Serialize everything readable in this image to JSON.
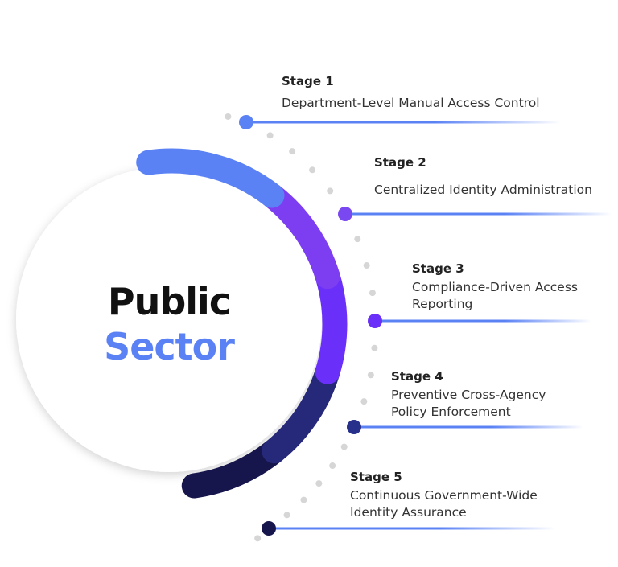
{
  "center": {
    "line1": "Public",
    "line2": "Sector"
  },
  "colors": {
    "accent_blue": "#5b82f5",
    "arc_segments": [
      "#5b82f5",
      "#7d3ef2",
      "#6a2ff8",
      "#26287a",
      "#16154c"
    ],
    "stage_dots": [
      "#5b82f5",
      "#7a48f0",
      "#6a2ff8",
      "#27308a",
      "#16154c"
    ],
    "gray_dot": "#d6d6d6"
  },
  "stages": [
    {
      "title": "Stage 1",
      "description": "Department-Level Manual Access Control"
    },
    {
      "title": "Stage 2",
      "description": "Centralized Identity Administration"
    },
    {
      "title": "Stage 3",
      "description": "Compliance-Driven Access Reporting"
    },
    {
      "title": "Stage 4",
      "description": "Preventive Cross-Agency Policy Enforcement"
    },
    {
      "title": "Stage 5",
      "description": "Continuous Government-Wide Identity Assurance"
    }
  ]
}
